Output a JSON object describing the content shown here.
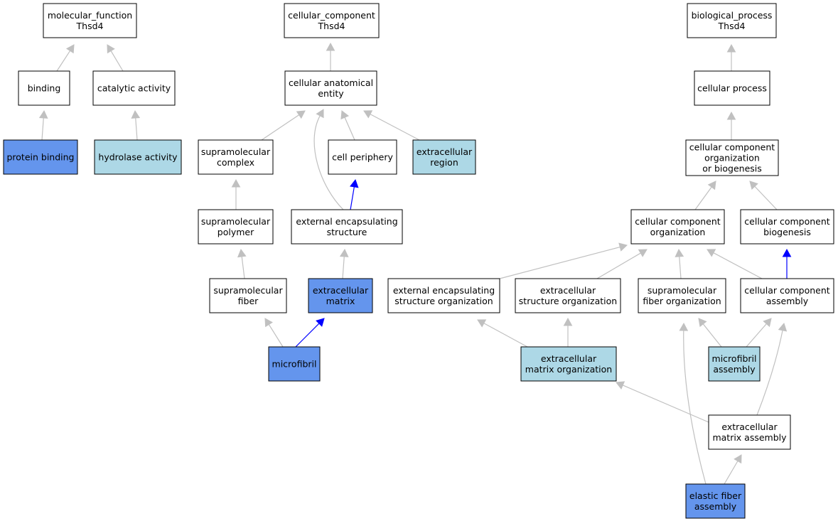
{
  "colors": {
    "plain": "#ffffff",
    "highlight_light": "#add8e6",
    "highlight_dark": "#6495ed",
    "edge_default": "#c0c0c0",
    "edge_part_of": "#0000ff"
  },
  "nodes": {
    "mf_root": {
      "lines": [
        "molecular_function",
        "Thsd4"
      ],
      "fill": "plain"
    },
    "binding": {
      "lines": [
        "binding"
      ],
      "fill": "plain"
    },
    "catalytic": {
      "lines": [
        "catalytic activity"
      ],
      "fill": "plain"
    },
    "protein_binding": {
      "lines": [
        "protein binding"
      ],
      "fill": "highlight_dark"
    },
    "hydrolase": {
      "lines": [
        "hydrolase activity"
      ],
      "fill": "highlight_light"
    },
    "cc_root": {
      "lines": [
        "cellular_component",
        "Thsd4"
      ],
      "fill": "plain"
    },
    "cae": {
      "lines": [
        "cellular anatomical",
        "entity"
      ],
      "fill": "plain"
    },
    "smcomplex": {
      "lines": [
        "supramolecular",
        "complex"
      ],
      "fill": "plain"
    },
    "cellperiph": {
      "lines": [
        "cell periphery"
      ],
      "fill": "plain"
    },
    "ecregion": {
      "lines": [
        "extracellular",
        "region"
      ],
      "fill": "highlight_light"
    },
    "smpolymer": {
      "lines": [
        "supramolecular",
        "polymer"
      ],
      "fill": "plain"
    },
    "ext_enc": {
      "lines": [
        "external encapsulating",
        "structure"
      ],
      "fill": "plain"
    },
    "smfiber": {
      "lines": [
        "supramolecular",
        "fiber"
      ],
      "fill": "plain"
    },
    "ecm": {
      "lines": [
        "extracellular",
        "matrix"
      ],
      "fill": "highlight_dark"
    },
    "microfibril": {
      "lines": [
        "microfibril"
      ],
      "fill": "highlight_dark"
    },
    "bp_root": {
      "lines": [
        "biological_process",
        "Thsd4"
      ],
      "fill": "plain"
    },
    "cellproc": {
      "lines": [
        "cellular process"
      ],
      "fill": "plain"
    },
    "ccob": {
      "lines": [
        "cellular component",
        "organization",
        "or biogenesis"
      ],
      "fill": "plain"
    },
    "cco": {
      "lines": [
        "cellular component",
        "organization"
      ],
      "fill": "plain"
    },
    "ccb": {
      "lines": [
        "cellular component",
        "biogenesis"
      ],
      "fill": "plain"
    },
    "eeso": {
      "lines": [
        "external encapsulating",
        "structure organization"
      ],
      "fill": "plain"
    },
    "eso": {
      "lines": [
        "extracellular",
        "structure organization"
      ],
      "fill": "plain"
    },
    "smfo": {
      "lines": [
        "supramolecular",
        "fiber organization"
      ],
      "fill": "plain"
    },
    "cca": {
      "lines": [
        "cellular component",
        "assembly"
      ],
      "fill": "plain"
    },
    "ecmo": {
      "lines": [
        "extracellular",
        "matrix organization"
      ],
      "fill": "highlight_light"
    },
    "mfa": {
      "lines": [
        "microfibril",
        "assembly"
      ],
      "fill": "highlight_light"
    },
    "ecma": {
      "lines": [
        "extracellular",
        "matrix assembly"
      ],
      "fill": "plain"
    },
    "efa": {
      "lines": [
        "elastic fiber",
        "assembly"
      ],
      "fill": "highlight_dark"
    }
  },
  "edges": [
    {
      "from": "binding",
      "to": "mf_root",
      "color": "edge_default"
    },
    {
      "from": "catalytic",
      "to": "mf_root",
      "color": "edge_default"
    },
    {
      "from": "protein_binding",
      "to": "binding",
      "color": "edge_default"
    },
    {
      "from": "hydrolase",
      "to": "catalytic",
      "color": "edge_default"
    },
    {
      "from": "cae",
      "to": "cc_root",
      "color": "edge_default"
    },
    {
      "from": "smcomplex",
      "to": "cae",
      "color": "edge_default"
    },
    {
      "from": "cellperiph",
      "to": "cae",
      "color": "edge_default"
    },
    {
      "from": "ecregion",
      "to": "cae",
      "color": "edge_default"
    },
    {
      "from": "ext_enc",
      "to": "cae",
      "color": "edge_default"
    },
    {
      "from": "smpolymer",
      "to": "smcomplex",
      "color": "edge_default"
    },
    {
      "from": "ext_enc",
      "to": "cellperiph",
      "color": "edge_part_of"
    },
    {
      "from": "smfiber",
      "to": "smpolymer",
      "color": "edge_default"
    },
    {
      "from": "ecm",
      "to": "ext_enc",
      "color": "edge_default"
    },
    {
      "from": "microfibril",
      "to": "smfiber",
      "color": "edge_default"
    },
    {
      "from": "microfibril",
      "to": "ecm",
      "color": "edge_part_of"
    },
    {
      "from": "cellproc",
      "to": "bp_root",
      "color": "edge_default"
    },
    {
      "from": "ccob",
      "to": "cellproc",
      "color": "edge_default"
    },
    {
      "from": "cco",
      "to": "ccob",
      "color": "edge_default"
    },
    {
      "from": "ccb",
      "to": "ccob",
      "color": "edge_default"
    },
    {
      "from": "eeso",
      "to": "cco",
      "color": "edge_default"
    },
    {
      "from": "eso",
      "to": "cco",
      "color": "edge_default"
    },
    {
      "from": "smfo",
      "to": "cco",
      "color": "edge_default"
    },
    {
      "from": "cca",
      "to": "cco",
      "color": "edge_default"
    },
    {
      "from": "cca",
      "to": "ccb",
      "color": "edge_part_of"
    },
    {
      "from": "ecmo",
      "to": "eeso",
      "color": "edge_default"
    },
    {
      "from": "ecmo",
      "to": "eso",
      "color": "edge_default"
    },
    {
      "from": "mfa",
      "to": "smfo",
      "color": "edge_default"
    },
    {
      "from": "mfa",
      "to": "cca",
      "color": "edge_default"
    },
    {
      "from": "ecma",
      "to": "ecmo",
      "color": "edge_default"
    },
    {
      "from": "ecma",
      "to": "cca",
      "color": "edge_default"
    },
    {
      "from": "efa",
      "to": "smfo",
      "color": "edge_default"
    },
    {
      "from": "efa",
      "to": "ecma",
      "color": "edge_default"
    }
  ]
}
